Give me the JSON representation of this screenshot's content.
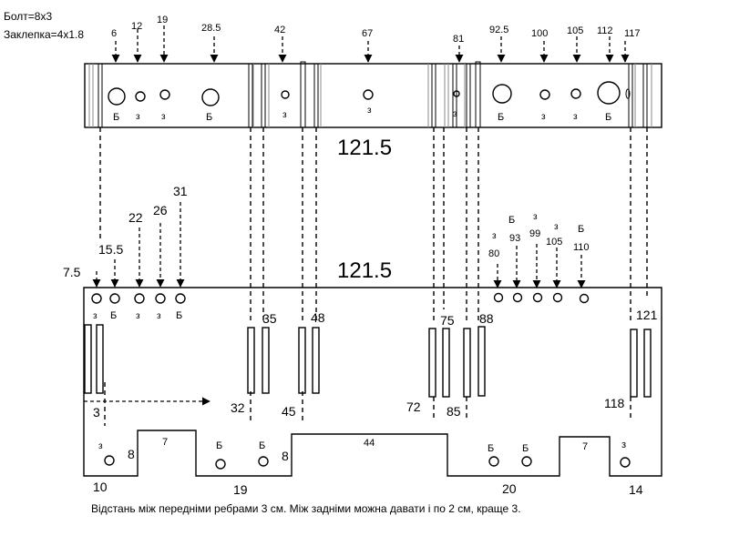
{
  "header": {
    "bolt": "Болт=8х3",
    "rivet": "Заклепка=4х1.8"
  },
  "top_plate": {
    "length": "121.5",
    "dims": [
      "6",
      "12",
      "19",
      "28.5",
      "42",
      "67",
      "81",
      "92.5",
      "100",
      "105",
      "112",
      "117"
    ],
    "hole_marks": [
      "Б",
      "з",
      "з",
      "Б",
      "з",
      "з",
      "з",
      "Б",
      "з",
      "з",
      "Б"
    ]
  },
  "bottom_plate": {
    "length": "121.5",
    "left_dims": [
      "7.5",
      "15.5",
      "22",
      "26",
      "31"
    ],
    "left_marks": [
      "з",
      "Б",
      "з",
      "з",
      "Б"
    ],
    "right_marks": [
      "з",
      "Б",
      "з",
      "з",
      "Б"
    ],
    "right_dims": [
      "80",
      "93",
      "99",
      "105",
      "110"
    ],
    "rib_labels_top": [
      "35",
      "48",
      "75",
      "88",
      "121"
    ],
    "rib_labels_bottom": [
      "3",
      "32",
      "45",
      "72",
      "85",
      "118"
    ],
    "tab_labels": [
      "8",
      "7",
      "8",
      "44",
      "7"
    ],
    "bottom_hole_marks": [
      "з",
      "Б",
      "Б",
      "Б",
      "Б",
      "з"
    ],
    "bottom_dims": [
      "10",
      "19",
      "20",
      "14"
    ]
  },
  "note": "Відстань між передніми ребрами 3 см. Між задніми можна давати і по 2 см, краще 3."
}
